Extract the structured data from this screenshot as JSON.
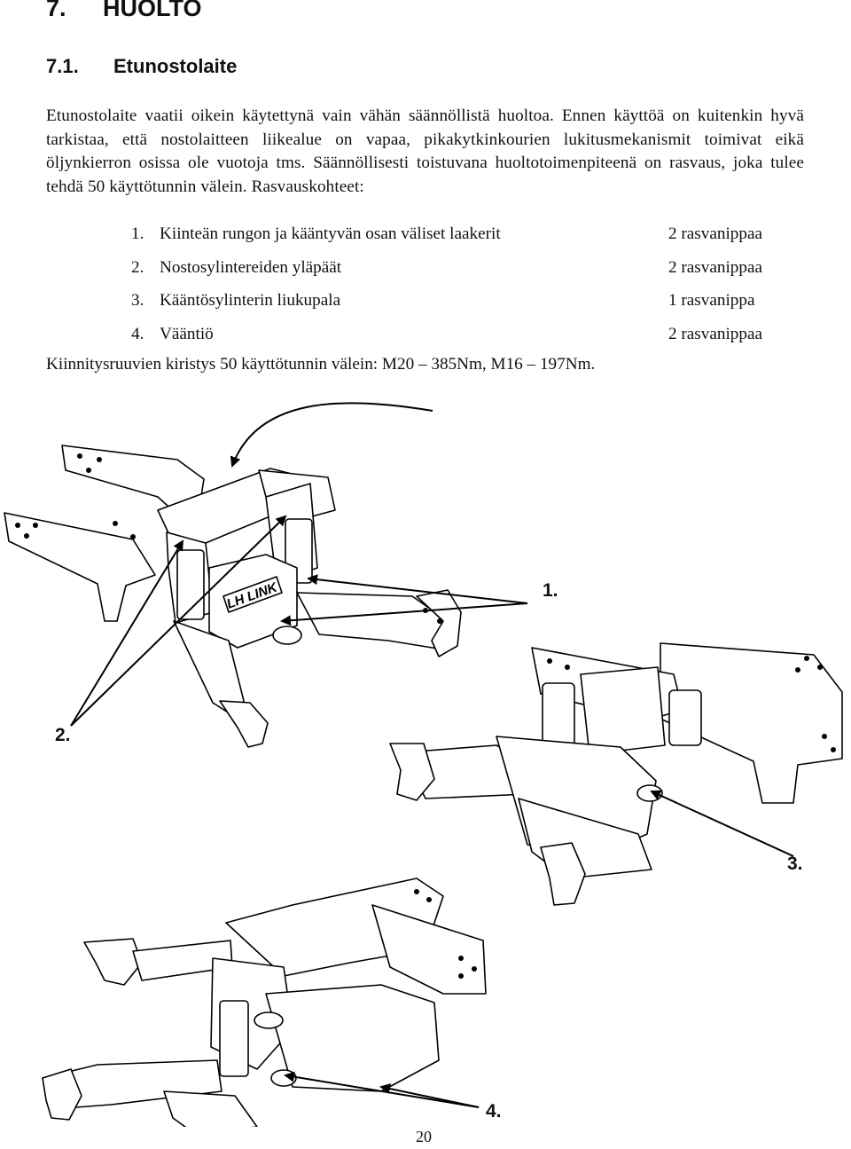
{
  "heading": {
    "number": "7.",
    "title": "HUOLTO"
  },
  "subheading": {
    "number": "7.1.",
    "title": "Etunostolaite"
  },
  "intro": "Etunostolaite vaatii oikein käytettynä vain vähän säännöllistä huoltoa. Ennen käyttöä on kuitenkin hyvä tarkistaa, että nostolaitteen liikealue on vapaa, pikakytkinkourien lukitusmekanismit toimivat eikä öljynkierron osissa ole vuotoja tms. Säännöllisesti toistuvana huoltotoimenpiteenä on rasvaus, joka tulee tehdä 50 käyttötunnin välein. Rasvauskohteet:",
  "grease_points": [
    {
      "num": "1.",
      "text": "Kiinteän rungon ja kääntyvän osan väliset laakerit",
      "qty": "2 rasvanippaa"
    },
    {
      "num": "2.",
      "text": "Nostosylintereiden yläpäät",
      "qty": "2 rasvanippaa"
    },
    {
      "num": "3.",
      "text": "Kääntösylinterin liukupala",
      "qty": "1 rasvanippa"
    },
    {
      "num": "4.",
      "text": "Vääntiö",
      "qty": "2 rasvanippaa"
    }
  ],
  "torque_note": "Kiinnitysruuvien kiristys 50 käyttötunnin välein: M20 – 385Nm, M16 – 197Nm.",
  "figure": {
    "decal_text": "LH LINK",
    "callouts": {
      "c1": "1.",
      "c2": "2.",
      "c3": "3.",
      "c4": "4."
    }
  },
  "page_number": "20"
}
